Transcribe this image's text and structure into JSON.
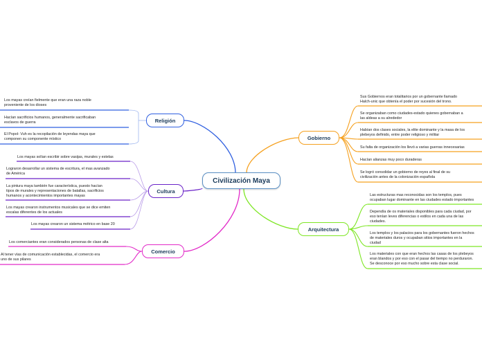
{
  "central": {
    "label": "Civilización Maya"
  },
  "topics": {
    "religion": {
      "label": "Religión",
      "color": "#2f5fe0",
      "items": [
        "Los mayas creían fielmente que eran una raza noble\nproveniente de los dioses",
        "Hacían sacrificios humanos, generalmente sacrificaban\nesclavos de guerra",
        "El Popol- Vuh es la recopilación de leyendas maya que\ncomponen su componente místico"
      ]
    },
    "cultura": {
      "label": "Cultura",
      "color": "#6a22c8",
      "items": [
        "Los mayas solían escribir sobre vasijas, murales y estelas",
        "Lograron desarrollar un sistema de escritura, el mas avanzado\nde América",
        "La pintura maya también fue característica, puesto hacían\ntipos de murales y representaciones de batallas, sacrificios\nhumanos y acontecimientos importantes mayas",
        "Los mayas crearon instrumentos musicales que se dice emiten\nescalas diferentes de los actuales",
        "Los mayas crearon un sistema métrico en base 20"
      ]
    },
    "comercio": {
      "label": "Comercio",
      "color": "#e22ac8",
      "items": [
        "Los comerciantes eran considerados personas de clase alta",
        "Al tener vías de comunicación establecidas, el comercio era\nuno de sus pilares"
      ]
    },
    "gobierno": {
      "label": "Gobierno",
      "color": "#f5a01e",
      "items": [
        "Sus Gobiernos eran totalitarios por un gobernante llamado\nHalch-unic que obtenía el poder por sucesión del trono.",
        "Se organizaban como ciudades-estado quienes gobernaban a\nlas aldeas a su alrededor",
        "Habían dos clases sociales, la elite dominante y la masa de los\nplebeyos definido, entre poder religioso y militar",
        "Su falta de organización los llevó a varias guerras innecesarias",
        "Hacían alianzas muy poco duraderas",
        "Se logró consolidar un gobierno de reyes al final de su\ncivilización antes de la colonización española"
      ]
    },
    "arquitectura": {
      "label": "Arquitectura",
      "color": "#7ee624",
      "items": [
        "Las estructuras mas reconocidas son los templos, pues\nocupaban lugar dominante en las ciudades estado importantes",
        "Dependía de os materiales disponibles para cada ciudad, por\neso tenían leves diferencias o estilos en cada una de las\nciudades.",
        "Los templos y los palacios para los gobernantes fueron hechos\nde materiales duros y ocupaban sitios importantes en la\nciudad",
        "Los materiales con que eran hechos las casas de los plebeyos\neran blandos y por eso con el pasar del tiempo no perduraron.\nSe desconoce por eso mucho sobre esta clase social."
      ]
    }
  }
}
